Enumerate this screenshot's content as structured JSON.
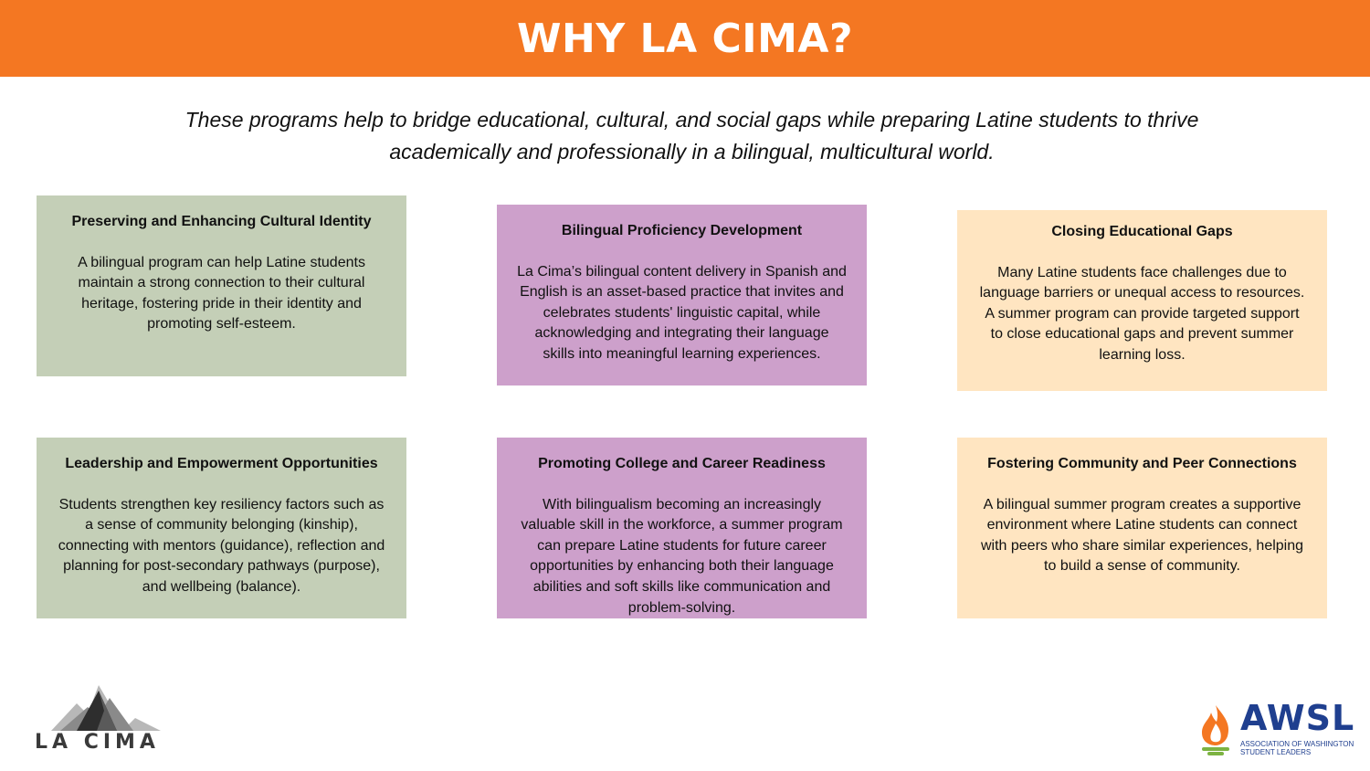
{
  "header": {
    "title": "WHY LA CIMA?",
    "background": "#f47722"
  },
  "intro": "These programs help to bridge educational, cultural, and social gaps while preparing Latine students to thrive academically and professionally in a bilingual, multicultural world.",
  "cards": [
    {
      "title": "Preserving and Enhancing Cultural Identity",
      "body": "A bilingual program can help Latine students maintain a strong connection to their cultural heritage, fostering pride in their identity and promoting self-esteem.",
      "color": "#c4cfb7"
    },
    {
      "title": "Bilingual Proficiency Development",
      "body": "La Cima’s bilingual content delivery in Spanish and English is an asset-based practice that invites and celebrates students' linguistic capital, while acknowledging and integrating their language skills into meaningful learning experiences.",
      "color": "#cda0cb"
    },
    {
      "title": "Closing Educational Gaps",
      "body": "Many Latine students face challenges due to language barriers or unequal access to resources. A summer program can provide targeted support to close educational gaps and prevent summer learning loss.",
      "color": "#ffe5c1"
    },
    {
      "title": "Leadership and Empowerment Opportunities",
      "body": "Students strengthen key resiliency factors such as a sense of community belonging (kinship), connecting with mentors (guidance), reflection and planning for post-secondary pathways (purpose), and wellbeing (balance).",
      "color": "#c4cfb7"
    },
    {
      "title": "Promoting College and Career Readiness",
      "body": "With bilingualism becoming an increasingly valuable skill in the workforce, a summer program can prepare Latine students for future career opportunities by enhancing both their language abilities and soft skills like communication and problem-solving.",
      "color": "#cda0cb"
    },
    {
      "title": "Fostering Community and Peer Connections",
      "body": "A bilingual summer program creates a supportive environment where Latine students can connect with peers who share similar experiences, helping to build a sense of community.",
      "color": "#ffe5c1"
    }
  ],
  "logos": {
    "left": {
      "text": "LA CIMA",
      "icon": "mountain-icon"
    },
    "right": {
      "text": "AWSL",
      "subtext": "ASSOCIATION OF WASHINGTON STUDENT LEADERS",
      "icon": "torch-flame-icon"
    }
  }
}
